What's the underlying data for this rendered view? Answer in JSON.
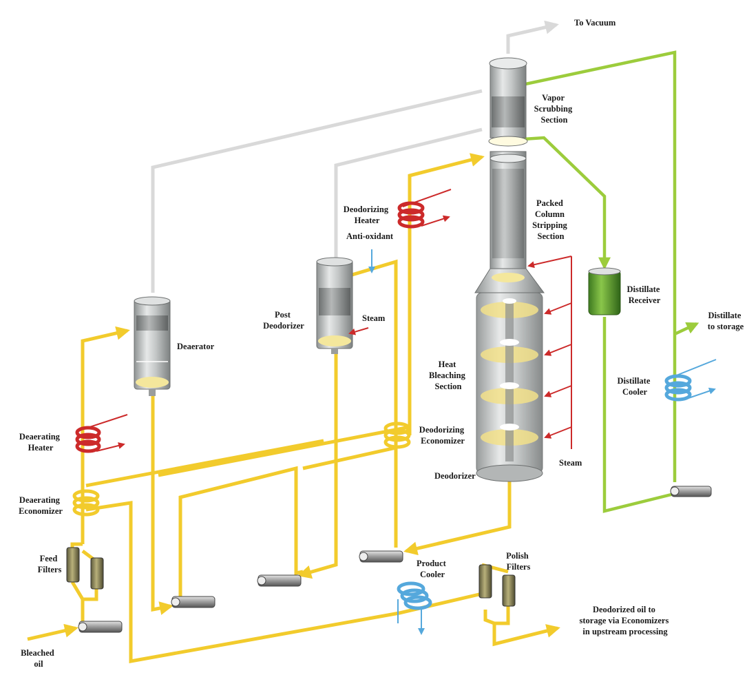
{
  "labels": {
    "to_vacuum": "To Vacuum",
    "vapor_scrubbing": [
      "Vapor",
      "Scrubbing",
      "Section"
    ],
    "packed_column": [
      "Packed",
      "Column",
      "Stripping",
      "Section"
    ],
    "deodorizing_heater": [
      "Deodorizing",
      "Heater"
    ],
    "anti_oxidant": "Anti-oxidant",
    "post_deodorizer": [
      "Post",
      "Deodorizer"
    ],
    "steam_post": "Steam",
    "deaerator": "Deaerator",
    "distillate_receiver": [
      "Distillate",
      "Receiver"
    ],
    "distillate_storage": [
      "Distillate",
      "to storage"
    ],
    "distillate_cooler": [
      "Distillate",
      "Cooler"
    ],
    "heat_bleaching": [
      "Heat",
      "Bleaching",
      "Section"
    ],
    "deodorizing_economizer": [
      "Deodorizing",
      "Economizer"
    ],
    "deaerating_heater": [
      "Deaerating",
      "Heater"
    ],
    "deaerating_economizer": [
      "Deaerating",
      "Economizer"
    ],
    "steam_main": "Steam",
    "deodorizer": "Deodorizer",
    "feed_filters": [
      "Feed",
      "Filters"
    ],
    "product_cooler": [
      "Product",
      "Cooler"
    ],
    "polish_filters": [
      "Polish",
      "Filters"
    ],
    "deodorized_oil": [
      "Deodorized oil to",
      "storage via Economizers",
      "in upstream processing"
    ],
    "bleached_oil": [
      "Bleached",
      "oil"
    ]
  },
  "colors": {
    "oil_line": "#f2cb2c",
    "vacuum_line": "#d9d9d9",
    "distillate_line": "#9ccc3c",
    "heating_coil": "#cc2a2a",
    "cooling_coil": "#55a8dc",
    "vessel_body": "#b9bcbc"
  }
}
